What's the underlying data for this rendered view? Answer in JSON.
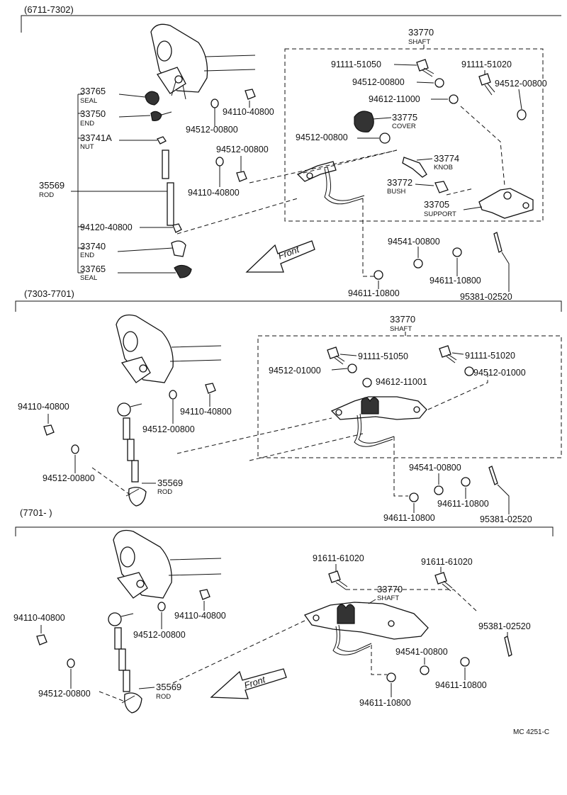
{
  "sections": [
    {
      "id": "s1",
      "label": "(6711-7302)"
    },
    {
      "id": "s2",
      "label": "(7303-7701)"
    },
    {
      "id": "s3",
      "label": "(7701-        )"
    }
  ],
  "front_label": "Front",
  "diagram_code": "MC 4251-C",
  "s1": {
    "shaft_no": "33770",
    "shaft_name": "SHAFT",
    "p_33765a": "33765",
    "n_seal": "SEAL",
    "p_33750": "33750",
    "n_end": "END",
    "p_33741a": "33741A",
    "n_nut": "NUT",
    "p_35569": "35569",
    "n_rod": "ROD",
    "p_94120": "94120-40800",
    "p_33740": "33740",
    "n_end2": "END",
    "p_33765b": "33765",
    "n_seal2": "SEAL",
    "p_94512a": "94512-00800",
    "p_94110a": "94110-40800",
    "p_94512b": "94512-00800",
    "p_94110b": "94110-40800",
    "p_91111a": "91111-51050",
    "p_91111b": "91111-51020",
    "p_94512c": "94512-00800",
    "p_94512d": "94512-00800",
    "p_94612": "94612-11000",
    "p_33775": "33775",
    "n_cover": "COVER",
    "p_94512e": "94512-00800",
    "p_33774": "33774",
    "n_knob": "KNOB",
    "p_33772": "33772",
    "n_bush": "BUSH",
    "p_33705": "33705",
    "n_support": "SUPPORT",
    "p_94541": "94541-00800",
    "p_94611a": "94611-10800",
    "p_94611b": "94611-10800",
    "p_95381": "95381-02520"
  },
  "s2": {
    "shaft_no": "33770",
    "shaft_name": "SHAFT",
    "p_91111a": "91111-51050",
    "p_91111b": "91111-51020",
    "p_94512a": "94512-01000",
    "p_94612": "94612-11001",
    "p_94512b": "94512-01000",
    "p_94110a": "94110-40800",
    "p_94110b": "94110-40800",
    "p_94512c": "94512-00800",
    "p_94512d": "94512-00800",
    "p_35569": "35569",
    "n_rod": "ROD",
    "p_94541": "94541-00800",
    "p_94611a": "94611-10800",
    "p_94611b": "94611-10800",
    "p_95381": "95381-02520"
  },
  "s3": {
    "p_91611a": "91611-61020",
    "p_91611b": "91611-61020",
    "shaft_no": "33770",
    "shaft_name": "SHAFT",
    "p_94110a": "94110-40800",
    "p_94110b": "94110-40800",
    "p_94512a": "94512-00800",
    "p_94512b": "94512-00800",
    "p_35569": "35569",
    "n_rod": "ROD",
    "p_95381": "95381-02520",
    "p_94541": "94541-00800",
    "p_94611a": "94611-10800",
    "p_94611b": "94611-10800"
  }
}
